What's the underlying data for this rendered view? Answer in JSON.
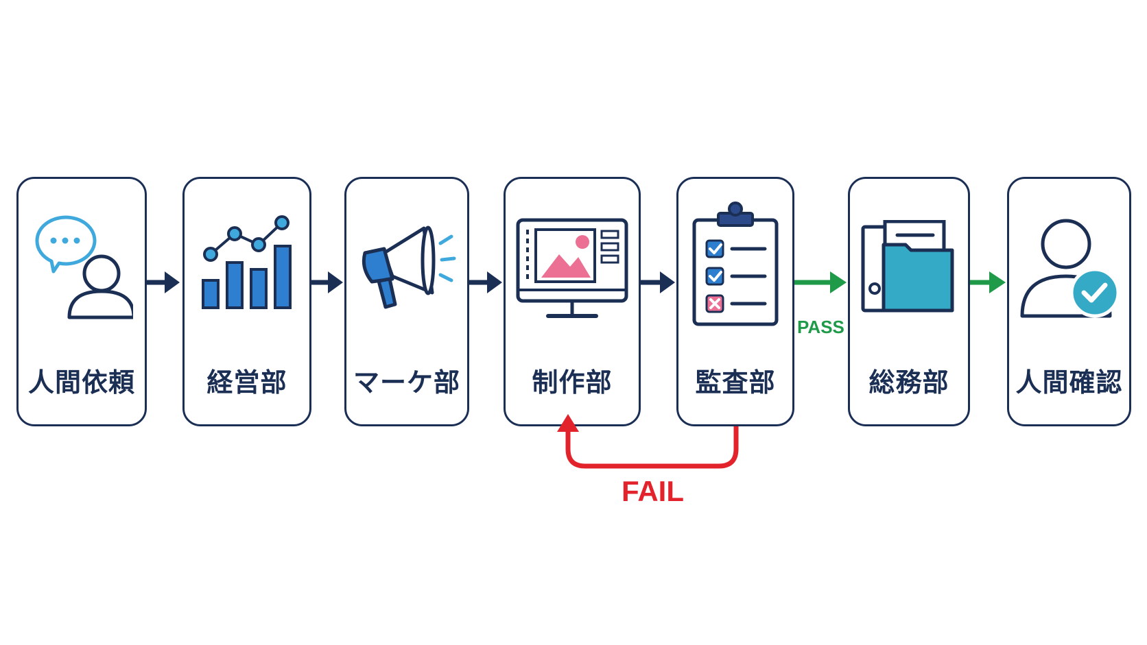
{
  "nodes": [
    {
      "id": "request",
      "label": "人間依頼",
      "icon": "chat-person-icon"
    },
    {
      "id": "management",
      "label": "経営部",
      "icon": "growth-chart-icon"
    },
    {
      "id": "marketing",
      "label": "マーケ部",
      "icon": "megaphone-icon"
    },
    {
      "id": "production",
      "label": "制作部",
      "icon": "monitor-image-icon"
    },
    {
      "id": "audit",
      "label": "監査部",
      "icon": "clipboard-checklist-icon"
    },
    {
      "id": "general-affairs",
      "label": "総務部",
      "icon": "binder-folder-icon"
    },
    {
      "id": "confirm",
      "label": "人間確認",
      "icon": "person-check-icon"
    }
  ],
  "edges": [
    {
      "from": "request",
      "to": "management",
      "label": ""
    },
    {
      "from": "management",
      "to": "marketing",
      "label": ""
    },
    {
      "from": "marketing",
      "to": "production",
      "label": ""
    },
    {
      "from": "production",
      "to": "audit",
      "label": ""
    },
    {
      "from": "audit",
      "to": "general-affairs",
      "label": "PASS"
    },
    {
      "from": "general-affairs",
      "to": "confirm",
      "label": ""
    },
    {
      "from": "audit",
      "to": "production",
      "label": "FAIL"
    }
  ],
  "colors": {
    "navy": "#1b2f55",
    "pass": "#1f9a48",
    "fail": "#e3232c",
    "blue": "#2f7fd0",
    "light_blue": "#3fa9de",
    "teal": "#35aac7",
    "pink": "#ec6f94"
  }
}
